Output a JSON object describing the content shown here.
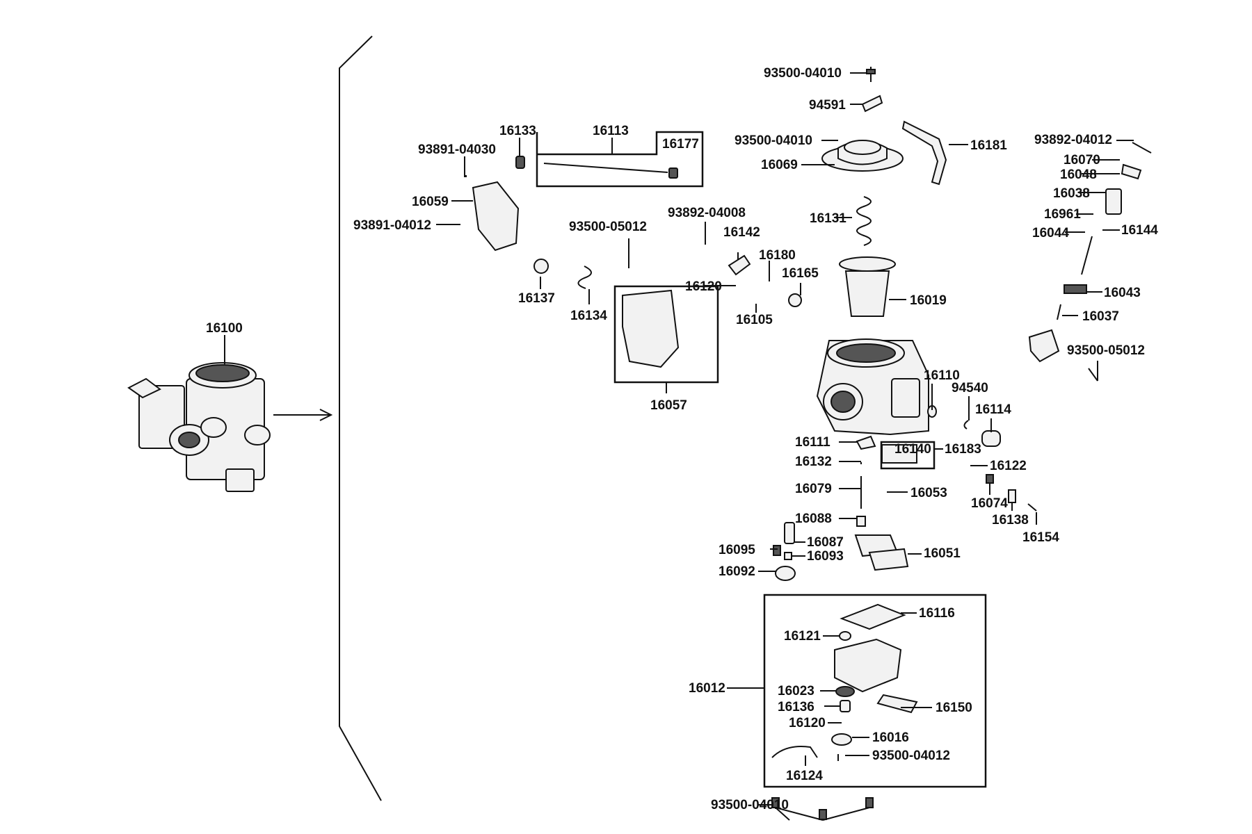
{
  "diagram": {
    "labels": [
      {
        "id": "l-16100",
        "text": "16100"
      },
      {
        "id": "l-93500-04010-a",
        "text": "93500-04010"
      },
      {
        "id": "l-94591",
        "text": "94591"
      },
      {
        "id": "l-93500-04010-b",
        "text": "93500-04010"
      },
      {
        "id": "l-16181",
        "text": "16181"
      },
      {
        "id": "l-16069",
        "text": "16069"
      },
      {
        "id": "l-93892-04012",
        "text": "93892-04012"
      },
      {
        "id": "l-16070",
        "text": "16070"
      },
      {
        "id": "l-16048",
        "text": "16048"
      },
      {
        "id": "l-16038",
        "text": "16038"
      },
      {
        "id": "l-16961",
        "text": "16961"
      },
      {
        "id": "l-16044",
        "text": "16044"
      },
      {
        "id": "l-16144",
        "text": "16144"
      },
      {
        "id": "l-16133",
        "text": "16133"
      },
      {
        "id": "l-16113",
        "text": "16113"
      },
      {
        "id": "l-16177",
        "text": "16177"
      },
      {
        "id": "l-93891-04030",
        "text": "93891-04030"
      },
      {
        "id": "l-16059",
        "text": "16059"
      },
      {
        "id": "l-93891-04012",
        "text": "93891-04012"
      },
      {
        "id": "l-16131",
        "text": "16131"
      },
      {
        "id": "l-93892-04008",
        "text": "93892-04008"
      },
      {
        "id": "l-93500-05012-a",
        "text": "93500-05012"
      },
      {
        "id": "l-16142",
        "text": "16142"
      },
      {
        "id": "l-16180",
        "text": "16180"
      },
      {
        "id": "l-16165",
        "text": "16165"
      },
      {
        "id": "l-16120-a",
        "text": "16120"
      },
      {
        "id": "l-16019",
        "text": "16019"
      },
      {
        "id": "l-16137",
        "text": "16137"
      },
      {
        "id": "l-16134",
        "text": "16134"
      },
      {
        "id": "l-16105",
        "text": "16105"
      },
      {
        "id": "l-16043",
        "text": "16043"
      },
      {
        "id": "l-16037",
        "text": "16037"
      },
      {
        "id": "l-93500-05012-b",
        "text": "93500-05012"
      },
      {
        "id": "l-16057",
        "text": "16057"
      },
      {
        "id": "l-16110",
        "text": "16110"
      },
      {
        "id": "l-94540",
        "text": "94540"
      },
      {
        "id": "l-16114",
        "text": "16114"
      },
      {
        "id": "l-16111",
        "text": "16111"
      },
      {
        "id": "l-16140",
        "text": "16140"
      },
      {
        "id": "l-16183",
        "text": "16183"
      },
      {
        "id": "l-16132",
        "text": "16132"
      },
      {
        "id": "l-16122",
        "text": "16122"
      },
      {
        "id": "l-16079",
        "text": "16079"
      },
      {
        "id": "l-16053",
        "text": "16053"
      },
      {
        "id": "l-16074",
        "text": "16074"
      },
      {
        "id": "l-16138",
        "text": "16138"
      },
      {
        "id": "l-16154",
        "text": "16154"
      },
      {
        "id": "l-16088",
        "text": "16088"
      },
      {
        "id": "l-16087",
        "text": "16087"
      },
      {
        "id": "l-16095",
        "text": "16095"
      },
      {
        "id": "l-16093",
        "text": "16093"
      },
      {
        "id": "l-16051",
        "text": "16051"
      },
      {
        "id": "l-16092",
        "text": "16092"
      },
      {
        "id": "l-16116",
        "text": "16116"
      },
      {
        "id": "l-16121",
        "text": "16121"
      },
      {
        "id": "l-16012",
        "text": "16012"
      },
      {
        "id": "l-16023",
        "text": "16023"
      },
      {
        "id": "l-16136",
        "text": "16136"
      },
      {
        "id": "l-16150",
        "text": "16150"
      },
      {
        "id": "l-16120-b",
        "text": "16120"
      },
      {
        "id": "l-16016",
        "text": "16016"
      },
      {
        "id": "l-93500-04012",
        "text": "93500-04012"
      },
      {
        "id": "l-16124",
        "text": "16124"
      },
      {
        "id": "l-93500-04010-c",
        "text": "93500-04010"
      }
    ]
  }
}
